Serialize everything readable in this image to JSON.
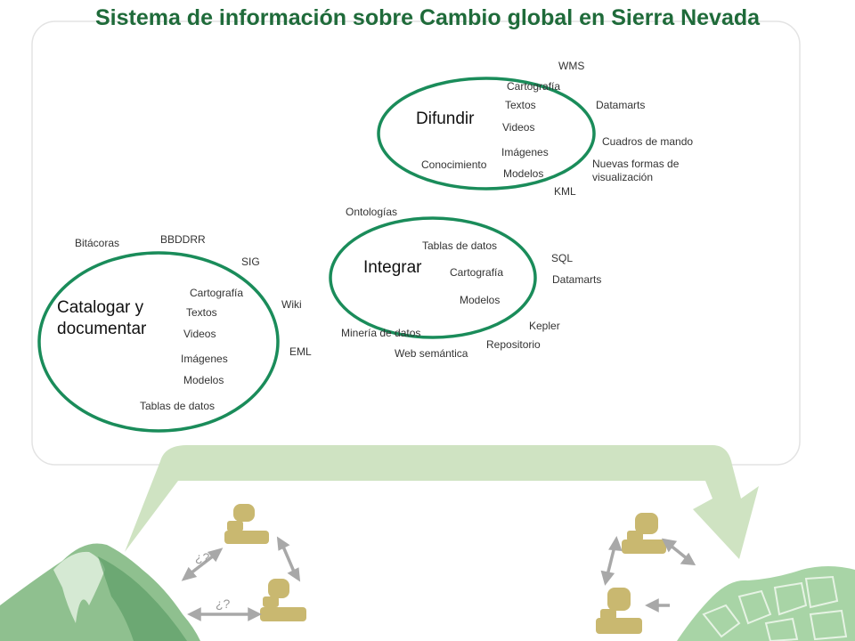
{
  "title": "Sistema de información sobre Cambio global en Sierra Nevada",
  "colors": {
    "accent": "#1a8c5a",
    "title": "#1f6b3a",
    "arrow": "#cfe3c2",
    "person": "#c9b870"
  },
  "difundir": {
    "label": "Difundir",
    "items": [
      "WMS",
      "Cartografía",
      "Textos",
      "Datamarts",
      "Videos",
      "Cuadros de mando",
      "Imágenes",
      "Conocimiento",
      "Modelos",
      "Nuevas formas de",
      "visualización",
      "KML"
    ]
  },
  "integrar": {
    "label": "Integrar",
    "items": [
      "Ontologías",
      "Tablas de datos",
      "SQL",
      "Cartografía",
      "Datamarts",
      "Modelos",
      "Kepler",
      "Minería de datos",
      "Repositorio",
      "Web semántica"
    ]
  },
  "catalogar": {
    "label_line1": "Catalogar y",
    "label_line2": "documentar",
    "items": [
      "Bitácoras",
      "BBDDRR",
      "SIG",
      "Cartografía",
      "Wiki",
      "Textos",
      "Videos",
      "EML",
      "Imágenes",
      "Modelos",
      "Tablas de datos"
    ]
  },
  "question_marks": [
    "¿?",
    "¿?"
  ],
  "icons": [
    "person-icon",
    "person-icon",
    "person-icon",
    "person-icon"
  ]
}
